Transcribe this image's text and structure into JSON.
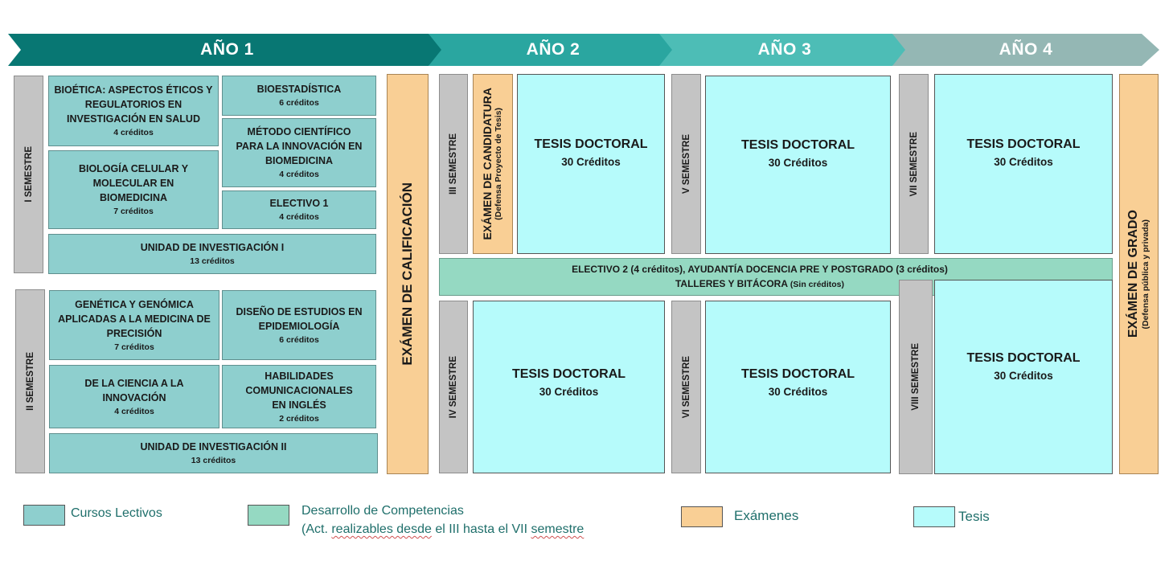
{
  "years": [
    "AÑO 1",
    "AÑO 2",
    "AÑO 3",
    "AÑO 4"
  ],
  "semesters": {
    "s1": "I SEMESTRE",
    "s2": "II SEMESTRE",
    "s3": "III SEMESTRE",
    "s4": "IV SEMESTRE",
    "s5": "V SEMESTRE",
    "s6": "VI SEMESTRE",
    "s7": "VII SEMESTRE",
    "s8": "VIII SEMESTRE"
  },
  "courses": {
    "bioetica": {
      "title": "BIOÉTICA: ASPECTOS ÉTICOS Y REGULATORIOS EN INVESTIGACIÓN EN SALUD",
      "credits": "4 créditos"
    },
    "bioestadistica": {
      "title": "BIOESTADÍSTICA",
      "credits": "6 créditos"
    },
    "biologia": {
      "title": "BIOLOGÍA CELULAR Y MOLECULAR EN BIOMEDICINA",
      "credits": "7 créditos"
    },
    "metodo": {
      "title": "MÉTODO CIENTÍFICO PARA LA INNOVACIÓN EN BIOMEDICINA",
      "credits": "4 créditos"
    },
    "electivo1": {
      "title": "ELECTIVO 1",
      "credits": "4 créditos"
    },
    "unidad1": {
      "title": "UNIDAD DE INVESTIGACIÓN I",
      "credits": "13 créditos"
    },
    "genetica": {
      "title": "GENÉTICA Y GENÓMICA APLICADAS A LA MEDICINA DE PRECISIÓN",
      "credits": "7 créditos"
    },
    "diseno": {
      "title": "DISEÑO DE ESTUDIOS EN EPIDEMIOLOGÍA",
      "credits": "6 créditos"
    },
    "ciencia": {
      "title": "DE LA CIENCIA A LA INNOVACIÓN",
      "credits": "4 créditos"
    },
    "habilidades": {
      "title": "HABILIDADES COMUNICACIONALES EN INGLÉS",
      "credits": "2 créditos"
    },
    "unidad2": {
      "title": "UNIDAD DE INVESTIGACIÓN II",
      "credits": "13 créditos"
    }
  },
  "exams": {
    "calificacion": "EXÁMEN DE CALIFICACIÓN",
    "candidatura": "EXÁMEN DE CANDIDATURA",
    "candidatura_sub": "(Defensa Proyecto de Tesis)",
    "grado": "EXÁMEN DE GRADO",
    "grado_sub": "(Defensa pública y privada)"
  },
  "thesis": {
    "title": "TESIS DOCTORAL",
    "credits": "30 Créditos"
  },
  "skills": {
    "line1": "ELECTIVO 2 (4 créditos), AYUDANTÍA DOCENCIA PRE Y POSTGRADO (3 créditos)",
    "line2": "TALLERES Y BITÁCORA",
    "line2_note": "(Sin créditos)"
  },
  "legend": {
    "cursos": "Cursos Lectivos",
    "desarrollo": "Desarrollo de Competencias",
    "desarrollo_sub_pre": "(Act. ",
    "desarrollo_sub_u1": "realizables desde",
    "desarrollo_sub_mid": " el III hasta el VII ",
    "desarrollo_sub_u2": "semestre",
    "examenes": "Exámenes",
    "tesis": "Tesis"
  },
  "colors": {
    "cursos": "#8ecfce",
    "competencias": "#95d9c2",
    "examenes": "#f9cf95",
    "tesis": "#b6fbfb",
    "semestre": "#c4c4c4",
    "year1": "#087773",
    "year2": "#2aa6a0",
    "year3": "#4dbdb6",
    "year4": "#94b7b4"
  }
}
